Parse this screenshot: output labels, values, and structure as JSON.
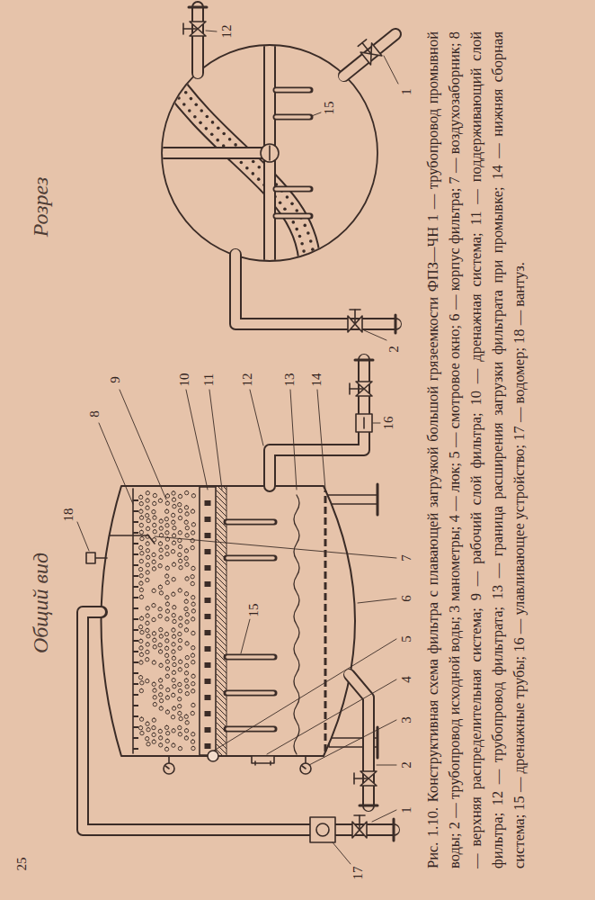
{
  "diagram": {
    "caption": "Рис. 1.10. Конструктивная схема фильтра с плавающей загрузкой большой грязеемкости ФПЗ—ЧН 1 — трубопровод промывной воды; 2 — трубопровод исходной воды; 3 манометры; 4 — люк; 5 — смотровое окно; 6 — корпус фильтра; 7 — воздухозаборник; 8 — верхняя распределительная система; 9 — рабочий слой фильтра; 10 — дренажная система; 11 — поддерживающий слой фильтра; 12 — трубопровод фильтрата; 13 — граница расширения загрузки фильтрата при промывке; 14 — нижняя сборная система; 15 — дренажные трубы; 16 — улавливающее устройство; 17 — водомер; 18 — вантуз.",
    "labels": [
      "Общий вид",
      "18",
      "7",
      "6",
      "5",
      "4",
      "3",
      "2",
      "1",
      "17",
      "8",
      "9",
      "10",
      "11",
      "12",
      "13",
      "14",
      "15",
      "16",
      "Розрез",
      "2",
      "1",
      "12",
      "15",
      "25"
    ]
  }
}
